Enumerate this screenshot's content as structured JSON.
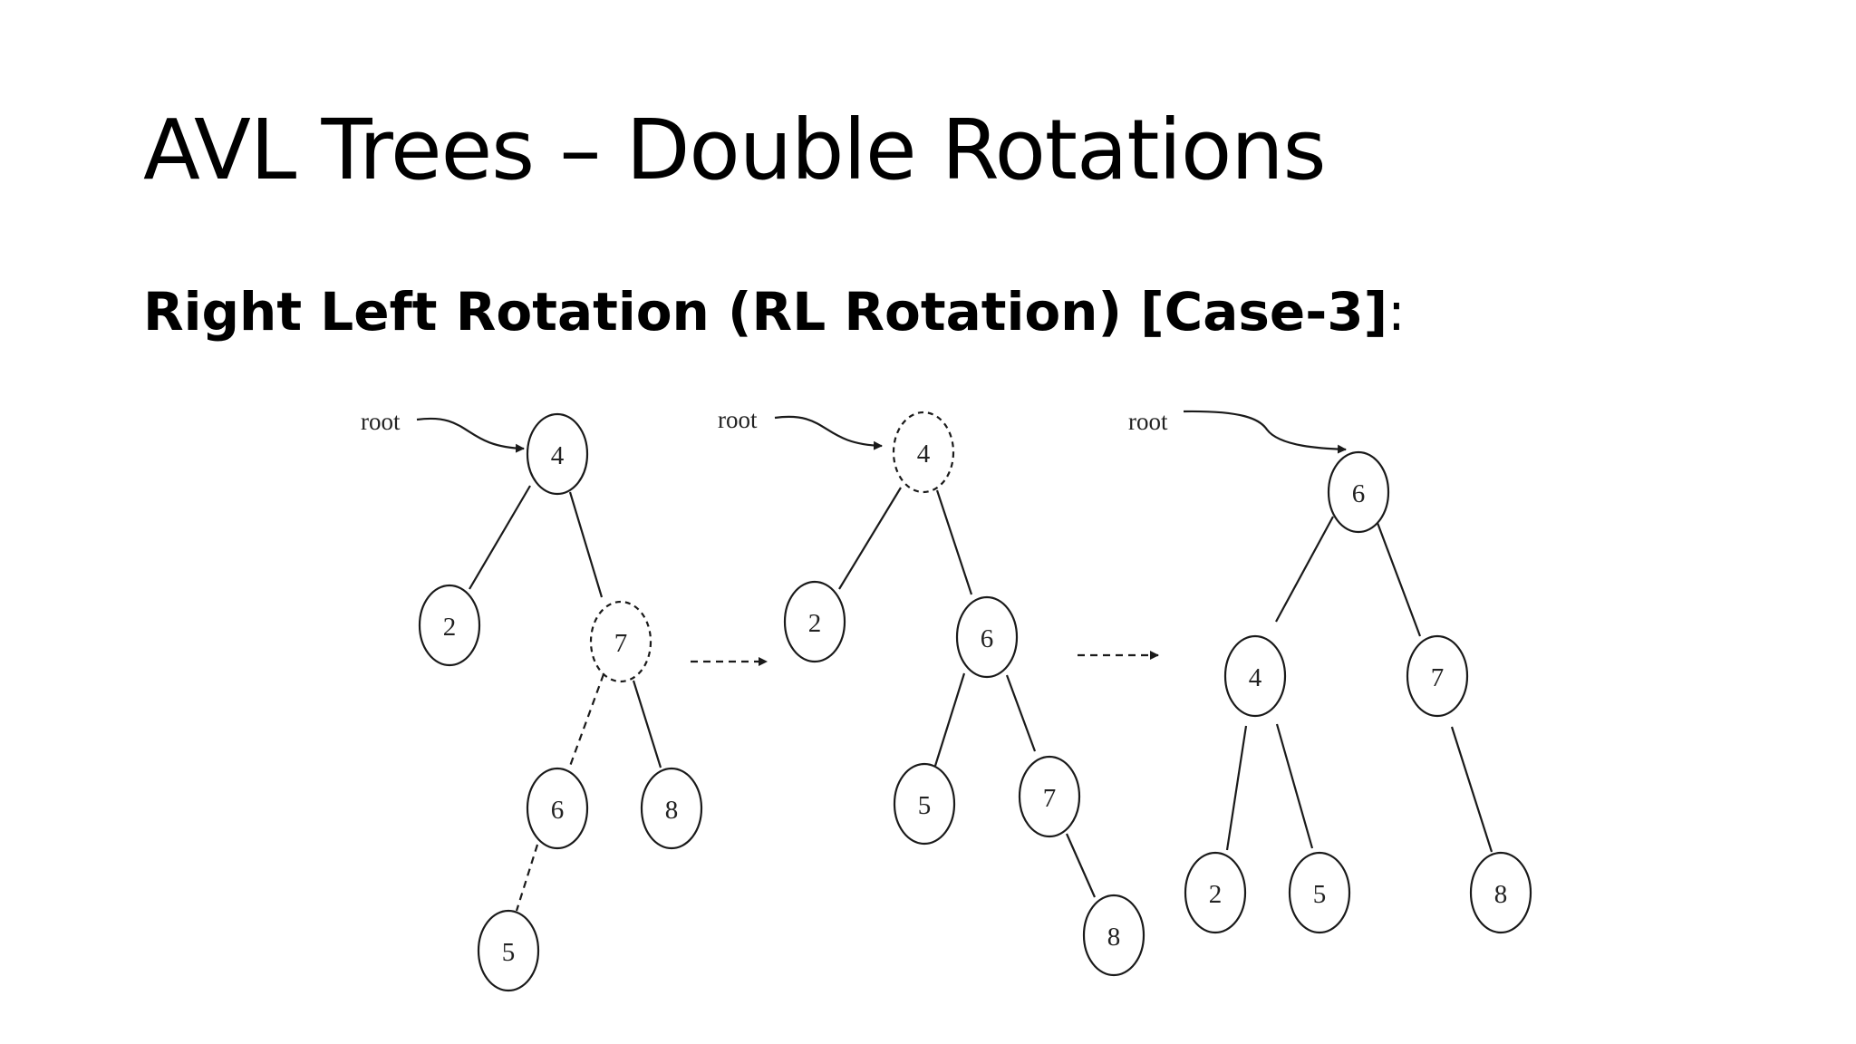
{
  "slide": {
    "title": "AVL Trees – Double Rotations",
    "subtitle": "Right Left Rotation (RL Rotation) [Case-3]",
    "subtitle_colon": ":"
  },
  "diagram": {
    "root_label": "root",
    "trees": [
      {
        "nodes": [
          {
            "label": "4",
            "dashed": false
          },
          {
            "label": "2",
            "dashed": false
          },
          {
            "label": "7",
            "dashed": true
          },
          {
            "label": "6",
            "dashed": false
          },
          {
            "label": "8",
            "dashed": false
          },
          {
            "label": "5",
            "dashed": false
          }
        ]
      },
      {
        "nodes": [
          {
            "label": "4",
            "dashed": true
          },
          {
            "label": "2",
            "dashed": false
          },
          {
            "label": "6",
            "dashed": false
          },
          {
            "label": "5",
            "dashed": false
          },
          {
            "label": "7",
            "dashed": false
          },
          {
            "label": "8",
            "dashed": false
          }
        ]
      },
      {
        "nodes": [
          {
            "label": "6",
            "dashed": false
          },
          {
            "label": "4",
            "dashed": false
          },
          {
            "label": "7",
            "dashed": false
          },
          {
            "label": "2",
            "dashed": false
          },
          {
            "label": "5",
            "dashed": false
          },
          {
            "label": "8",
            "dashed": false
          }
        ]
      }
    ]
  }
}
